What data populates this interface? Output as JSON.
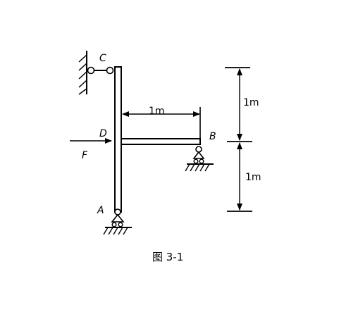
{
  "diagram": {
    "labels": {
      "point_c": "C",
      "point_d": "D",
      "point_b": "B",
      "point_a": "A",
      "force_f": "F",
      "horizontal_dim": "1m",
      "upper_vertical_dim": "1m",
      "lower_vertical_dim": "1m"
    },
    "caption": "图 3-1"
  }
}
